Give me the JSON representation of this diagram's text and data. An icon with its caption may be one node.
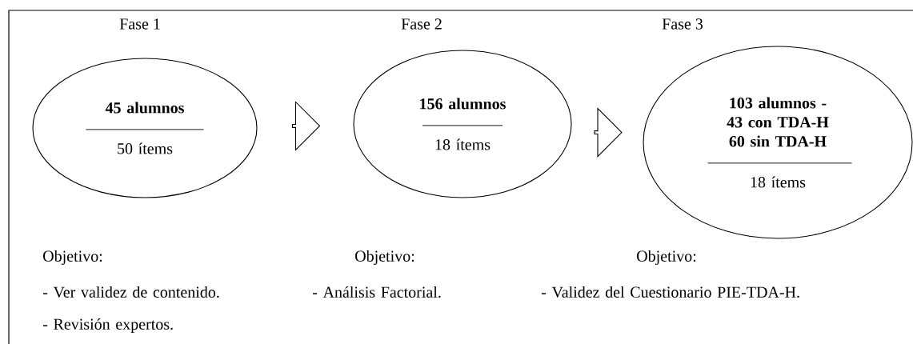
{
  "diagram": {
    "nodes": [
      {
        "text": [
          "Fase 1",
          "45 alumnos",
          "50 ítems"
        ]
      },
      {
        "text": [
          "Fase 2",
          "156 alumnos",
          "18 ítems"
        ]
      },
      {
        "text": [
          "Fase 3",
          "103 alumnos - 43 con TDA-H 60 sin TDA-H",
          "18 ítems"
        ]
      }
    ],
    "edges": [
      {
        "from": 0,
        "to": 1,
        "arrow": "to"
      },
      {
        "from": 1,
        "to": 2,
        "arrow": "to"
      }
    ],
    "labels": [
      "Objetivo:",
      "- Ver validez de contenido.",
      "- Revisión expertos.",
      "Objetivo:",
      "- Análisis Factorial.",
      "Objetivo:",
      "- Validez del Cuestionario PIE-TDA-H."
    ]
  }
}
